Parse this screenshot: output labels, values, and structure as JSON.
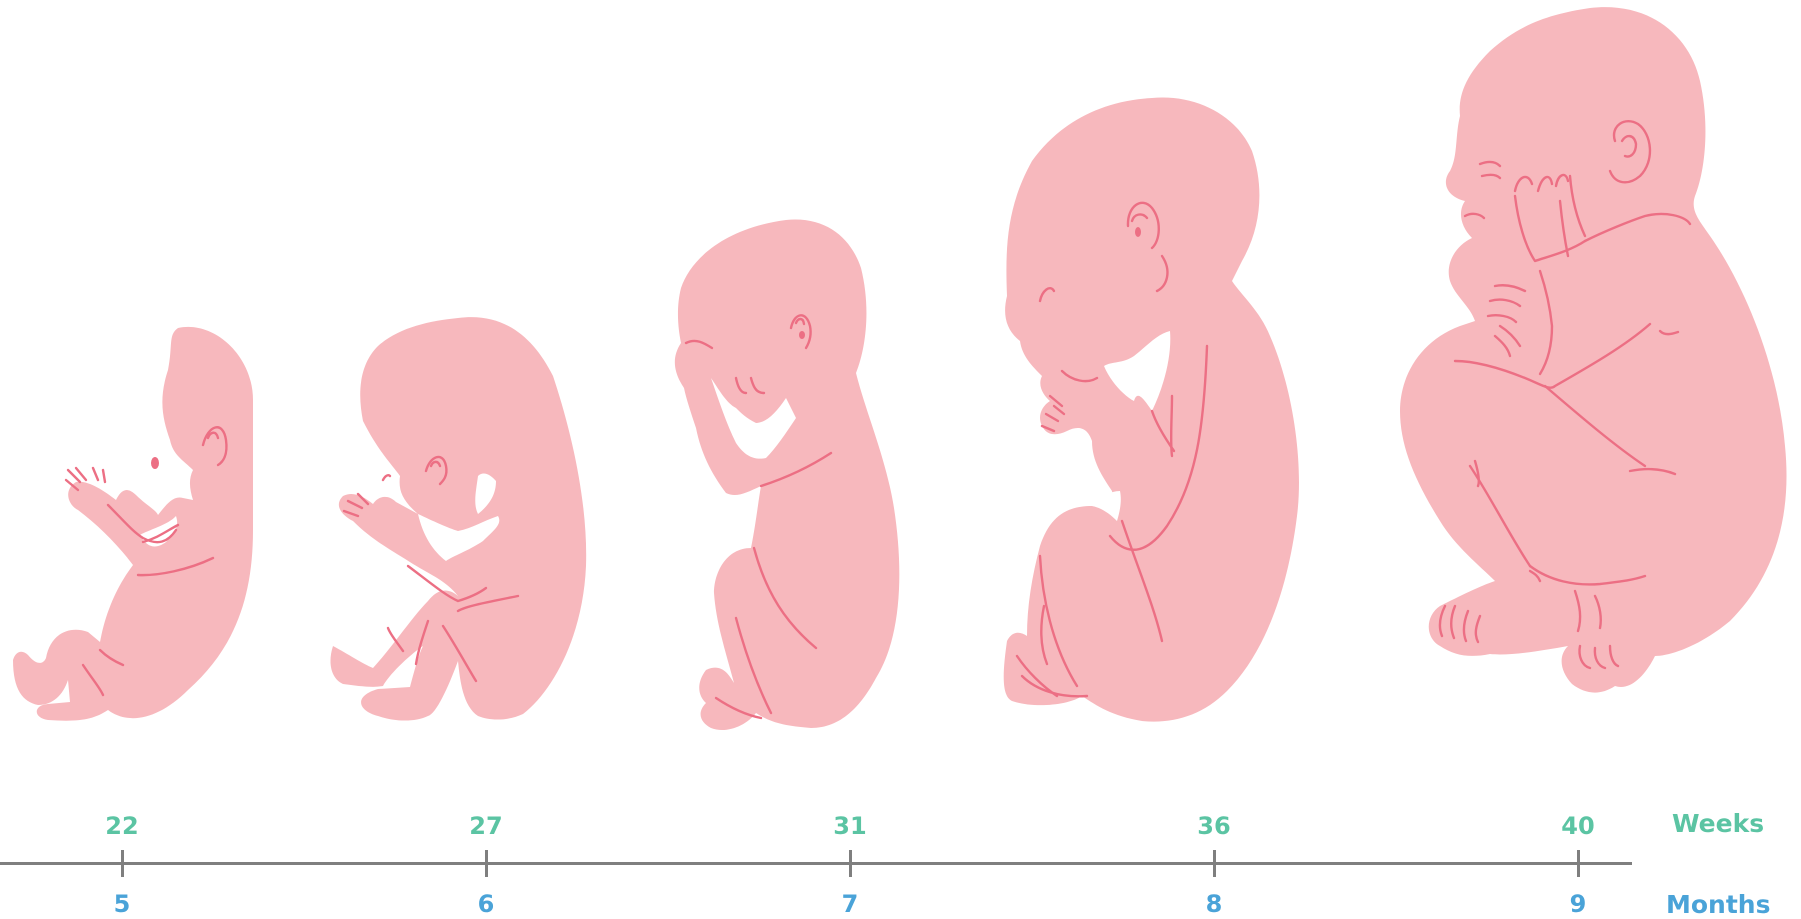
{
  "timeline": {
    "weeks_label": "Weeks",
    "months_label": "Months",
    "stages": [
      {
        "week": "22",
        "month": "5"
      },
      {
        "week": "27",
        "month": "6"
      },
      {
        "week": "31",
        "month": "7"
      },
      {
        "week": "36",
        "month": "8"
      },
      {
        "week": "40",
        "month": "9"
      }
    ]
  },
  "colors": {
    "fetus_fill": "#f7b8bd",
    "fetus_lines": "#ec6f84",
    "weeks_text": "#5bc4a3",
    "months_text": "#4aa3d8",
    "axis": "#7f7f7f"
  }
}
